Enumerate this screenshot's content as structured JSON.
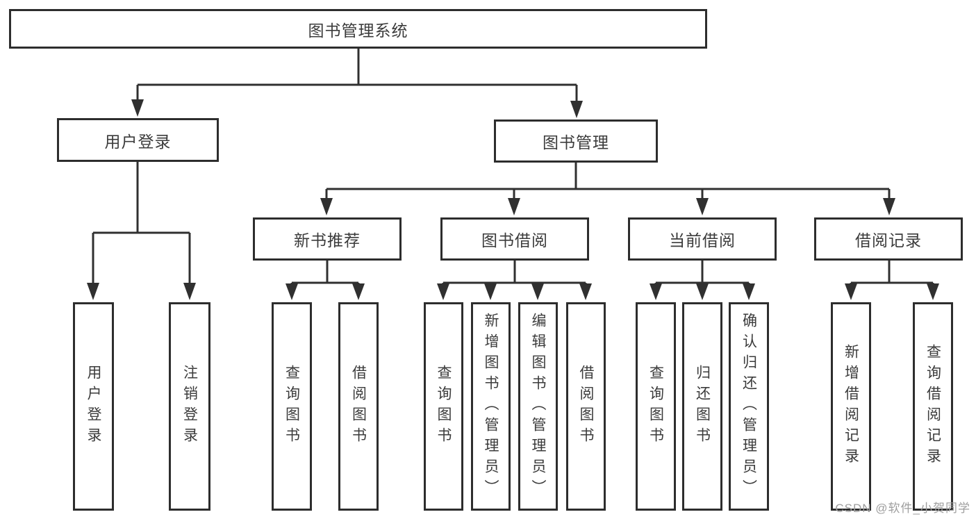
{
  "nodes": {
    "root": "图书管理系统",
    "user_login": "用户登录",
    "book_management": "图书管理",
    "login_leaf": "用户登录",
    "logout_leaf": "注销登录",
    "new_book_recommend": "新书推荐",
    "book_borrow": "图书借阅",
    "current_borrow": "当前借阅",
    "borrow_record": "借阅记录",
    "recommend_query_book": "查询图书",
    "recommend_borrow_book": "借阅图书",
    "bb_query_book": "查询图书",
    "bb_add_book": "新增图书（管理员）",
    "bb_edit_book": "编辑图书（管理员）",
    "bb_borrow_book": "借阅图书",
    "cb_query_book": "查询图书",
    "cb_return_book": "归还图书",
    "cb_confirm_return": "确认归还（管理员）",
    "record_add": "新增借阅记录",
    "record_query": "查询借阅记录"
  },
  "structure": {
    "图书管理系统": {
      "用户登录": [
        "用户登录",
        "注销登录"
      ],
      "图书管理": {
        "新书推荐": [
          "查询图书",
          "借阅图书"
        ],
        "图书借阅": [
          "查询图书",
          "新增图书（管理员）",
          "编辑图书（管理员）",
          "借阅图书"
        ],
        "当前借阅": [
          "查询图书",
          "归还图书",
          "确认归还（管理员）"
        ],
        "借阅记录": [
          "新增借阅记录",
          "查询借阅记录"
        ]
      }
    }
  },
  "watermark": "CSDN @软件_小贺同学",
  "colors": {
    "line": "#303030",
    "border": "#2d2d2d",
    "text": "#3b3b3b",
    "background": "#ffffff",
    "watermark": "#9e9e9e"
  }
}
